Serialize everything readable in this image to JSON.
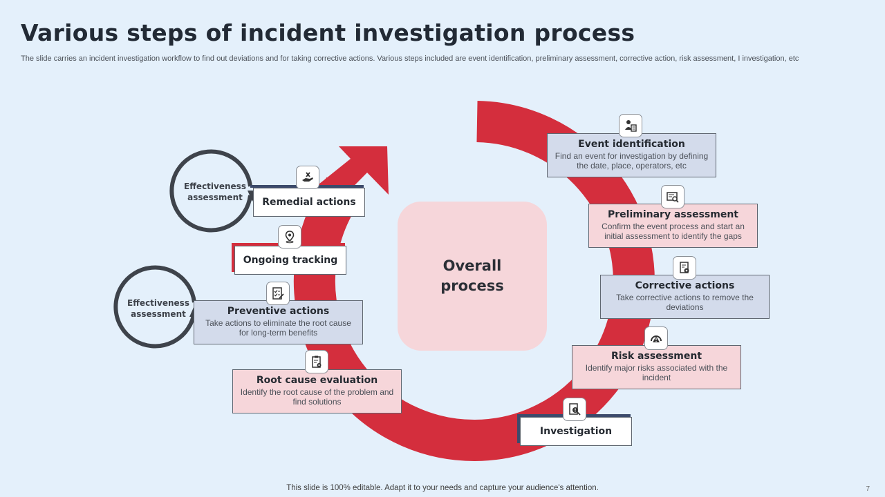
{
  "title": "Various steps of incident investigation process",
  "subtitle": "The slide carries an incident investigation workflow to find out deviations and for taking corrective actions. Various steps included are event identification, preliminary assessment, corrective action, risk assessment, I investigation, etc",
  "center": {
    "label": "Overall process"
  },
  "steps": {
    "event_identification": {
      "title": "Event identification",
      "desc": "Find an event for investigation by defining the date, place, operators, etc",
      "icon": "person-document-icon"
    },
    "preliminary_assessment": {
      "title": "Preliminary assessment",
      "desc": "Confirm the event process and start an initial assessment to identify the gaps",
      "icon": "document-search-icon"
    },
    "corrective_actions": {
      "title": "Corrective actions",
      "desc": "Take corrective actions to remove the deviations",
      "icon": "checklist-gear-icon"
    },
    "risk_assessment": {
      "title": "Risk assessment",
      "desc": "Identify major risks associated with the incident",
      "icon": "warning-gauge-icon"
    },
    "investigation": {
      "title": "Investigation",
      "icon": "magnifier-document-icon"
    },
    "root_cause_evaluation": {
      "title": "Root cause evaluation",
      "desc": "Identify the root cause of the problem and find solutions",
      "icon": "clipboard-gear-icon"
    },
    "preventive_actions": {
      "title": "Preventive actions",
      "desc": "Take actions to eliminate the root cause for long-term benefits",
      "icon": "checklist-icon"
    },
    "ongoing_tracking": {
      "title": "Ongoing tracking",
      "icon": "location-pin-icon"
    },
    "remedial_actions": {
      "title": "Remedial actions",
      "icon": "hand-tools-icon"
    }
  },
  "effectiveness": [
    {
      "label": "Effectiveness assessment"
    },
    {
      "label": "Effectiveness assessment"
    }
  ],
  "footer": "This slide is 100% editable. Adapt it to your needs and capture your audience's attention.",
  "page_number": "7",
  "colors": {
    "accent_red": "#d42e3d",
    "accent_navy": "#3c4a6b",
    "blue_box": "#d3dbeb",
    "pink_box": "#f6d6da",
    "background": "#e4f0fb"
  }
}
